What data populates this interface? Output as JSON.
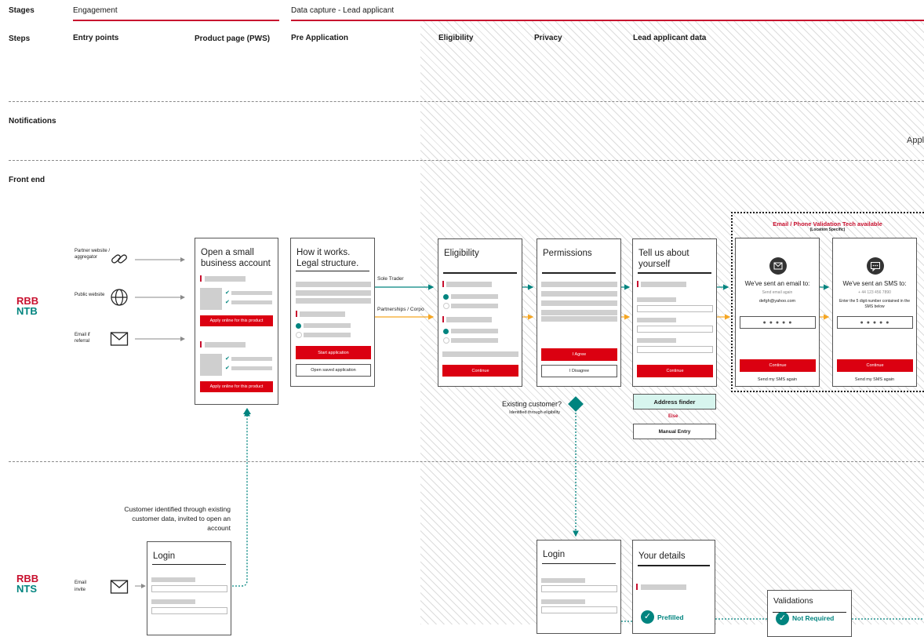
{
  "stages": {
    "label": "Stages",
    "engagement": "Engagement",
    "data_capture": "Data capture - Lead applicant"
  },
  "steps": {
    "label": "Steps",
    "entry_points": "Entry points",
    "product_page": "Product page (PWS)",
    "pre_application": "Pre Application",
    "eligibility": "Eligibility",
    "privacy": "Privacy",
    "lead_applicant_data": "Lead applicant data"
  },
  "lanes": {
    "notifications": "Notifications",
    "front_end": "Front end",
    "notification_cut_text": "Appl"
  },
  "segments": {
    "ntb": {
      "top": "RBB",
      "bottom": "NTB"
    },
    "nts": {
      "top": "RBB",
      "bottom": "NTS"
    }
  },
  "entry_points": [
    {
      "label": "Partner website / aggregator",
      "icon": "link-icon"
    },
    {
      "label": "Public website",
      "icon": "globe-icon"
    },
    {
      "label": "Email if referral",
      "icon": "envelope-icon"
    }
  ],
  "product_card": {
    "title": "Open a small business account",
    "apply_button": "Apply online for this product"
  },
  "pre_app_card": {
    "title": "How it works. Legal structure.",
    "start_button": "Start application",
    "open_saved_button": "Open saved application"
  },
  "branch_labels": {
    "sole_trader": "Sole Trader",
    "partnerships": "Partnerships / Corpo"
  },
  "eligibility_card": {
    "title": "Eligibility",
    "continue_button": "Continue"
  },
  "permissions_card": {
    "title": "Permissions",
    "agree_button": "I Agree",
    "disagree_button": "I Disagree"
  },
  "tell_us_card": {
    "title": "Tell us about yourself",
    "continue_button": "Continue"
  },
  "address": {
    "finder": "Address finder",
    "else": "Else",
    "manual": "Manual Entry"
  },
  "validation_box": {
    "title": "Email / Phone Validation Tech available",
    "subtitle": "(Location Specific)"
  },
  "email_card": {
    "heading": "We've sent an email to:",
    "send_again": "Send email again",
    "address": "defgh@yahoo.com",
    "code_dots": "● ● ● ● ●",
    "continue_button": "Continue",
    "resend_link": "Send my SMS again"
  },
  "sms_card": {
    "heading": "We've sent an SMS to:",
    "phone": "+ 44 123 456 7890",
    "instruction": "Enter the 5 digit number contained in the SMS below",
    "code_dots": "● ● ● ● ●",
    "continue_button": "Continue",
    "resend_link": "Send my SMS again"
  },
  "decision": {
    "question": "Existing customer?",
    "note": "Identified through eligibility"
  },
  "nts_note": "Customer identified through existing customer data, invited to open an account",
  "email_invite": "Email invite",
  "login_card": {
    "title": "Login"
  },
  "login_card_2": {
    "title": "Login"
  },
  "your_details_card": {
    "title": "Your details",
    "prefilled": "Prefilled"
  },
  "validations_card": {
    "title": "Validations",
    "not_required": "Not Required"
  },
  "colors": {
    "brand_red": "#c8102e",
    "button_red": "#db0011",
    "teal": "#00847f",
    "orange": "#f5a623",
    "mint": "#d7f5ee"
  }
}
